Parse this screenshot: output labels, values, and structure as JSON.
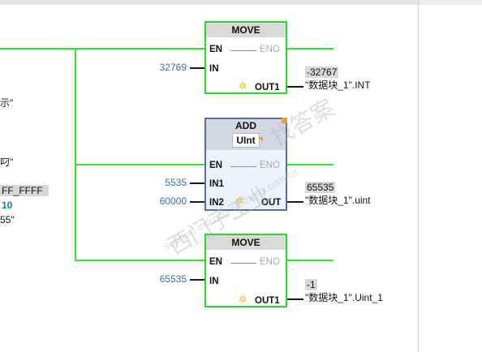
{
  "colors": {
    "wire": "#33e233",
    "box_border": "#2fd12f",
    "selected_border": "#5a6e9c",
    "value_blue": "#3b6ab0",
    "teal": "#008a8a",
    "star_yellow": "#f0c400"
  },
  "left_fragments": {
    "frag1": "示\"",
    "frag2": "叼\"",
    "frag3": "FF_FFFF",
    "frag4": "10",
    "frag5": "55\""
  },
  "block_move1": {
    "title": "MOVE",
    "en": "EN",
    "eno": "ENO",
    "in_pin": "IN",
    "out_pin": "OUT1",
    "in_value": "32769",
    "out_value": "-32767",
    "out_tag": "\"数据块_1\".INT"
  },
  "block_add": {
    "title": "ADD",
    "type": "UInt",
    "en": "EN",
    "eno": "ENO",
    "in1_pin": "IN1",
    "in2_pin": "IN2",
    "out_pin": "OUT",
    "in1_value": "5535",
    "in2_value": "60000",
    "out_value": "65535",
    "out_tag": "\"数据块_1\".uint"
  },
  "block_move2": {
    "title": "MOVE",
    "en": "EN",
    "eno": "ENO",
    "in_pin": "IN",
    "out_pin": "OUT1",
    "in_value": "65535",
    "out_value": "-1",
    "out_tag": "\"数据块_1\".Uint_1"
  },
  "watermark": {
    "text1": "西门子工业",
    "text2": "support.industry.siemens.com/cs",
    "text3": "找答案"
  },
  "icons": {
    "star": "star-icon",
    "dropdown_corner": "type-dropdown-icon"
  }
}
